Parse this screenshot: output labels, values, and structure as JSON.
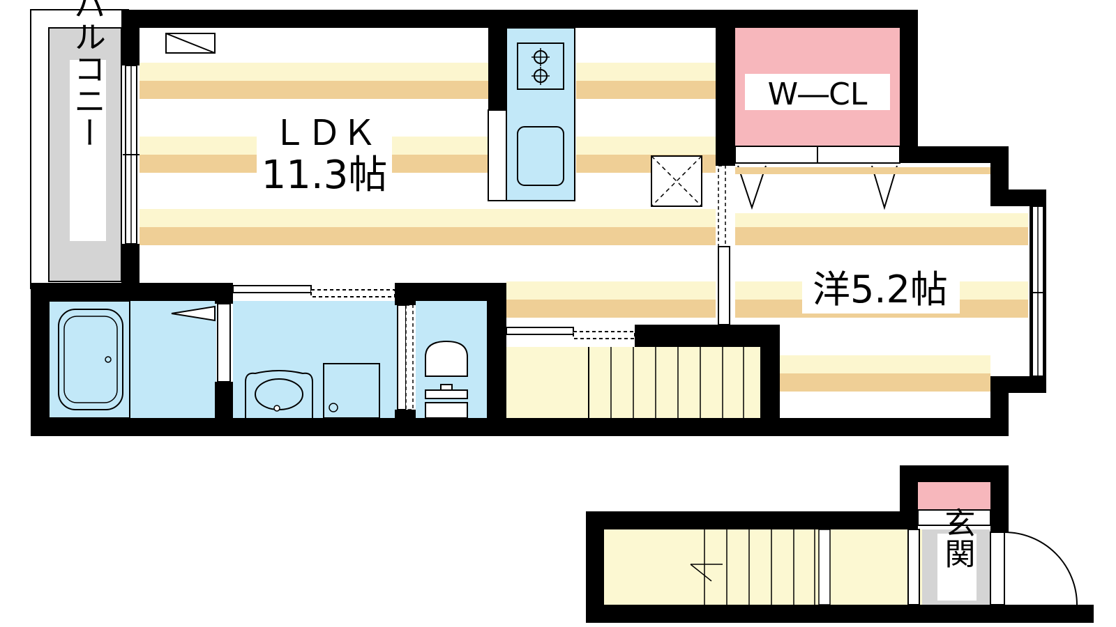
{
  "floor_plan": {
    "rooms": {
      "ldk_name": "ＬＤＫ",
      "ldk_size": "11.3帖",
      "western_room": "洋5.2帖",
      "walk_in_closet": "W―CL",
      "balcony": "バルコニー",
      "entrance": "玄関"
    }
  },
  "colors": {
    "wall": "#000000",
    "floor_stripe_light": "#fcf6cf",
    "floor_stripe_dark": "#efcf96",
    "wet_area": "#c2e8f8",
    "closet": "#f7b7bc",
    "stair_floor": "#fcf8d2",
    "balcony": "#d4d4d4",
    "entrance_floor": "#d4d4d4"
  }
}
